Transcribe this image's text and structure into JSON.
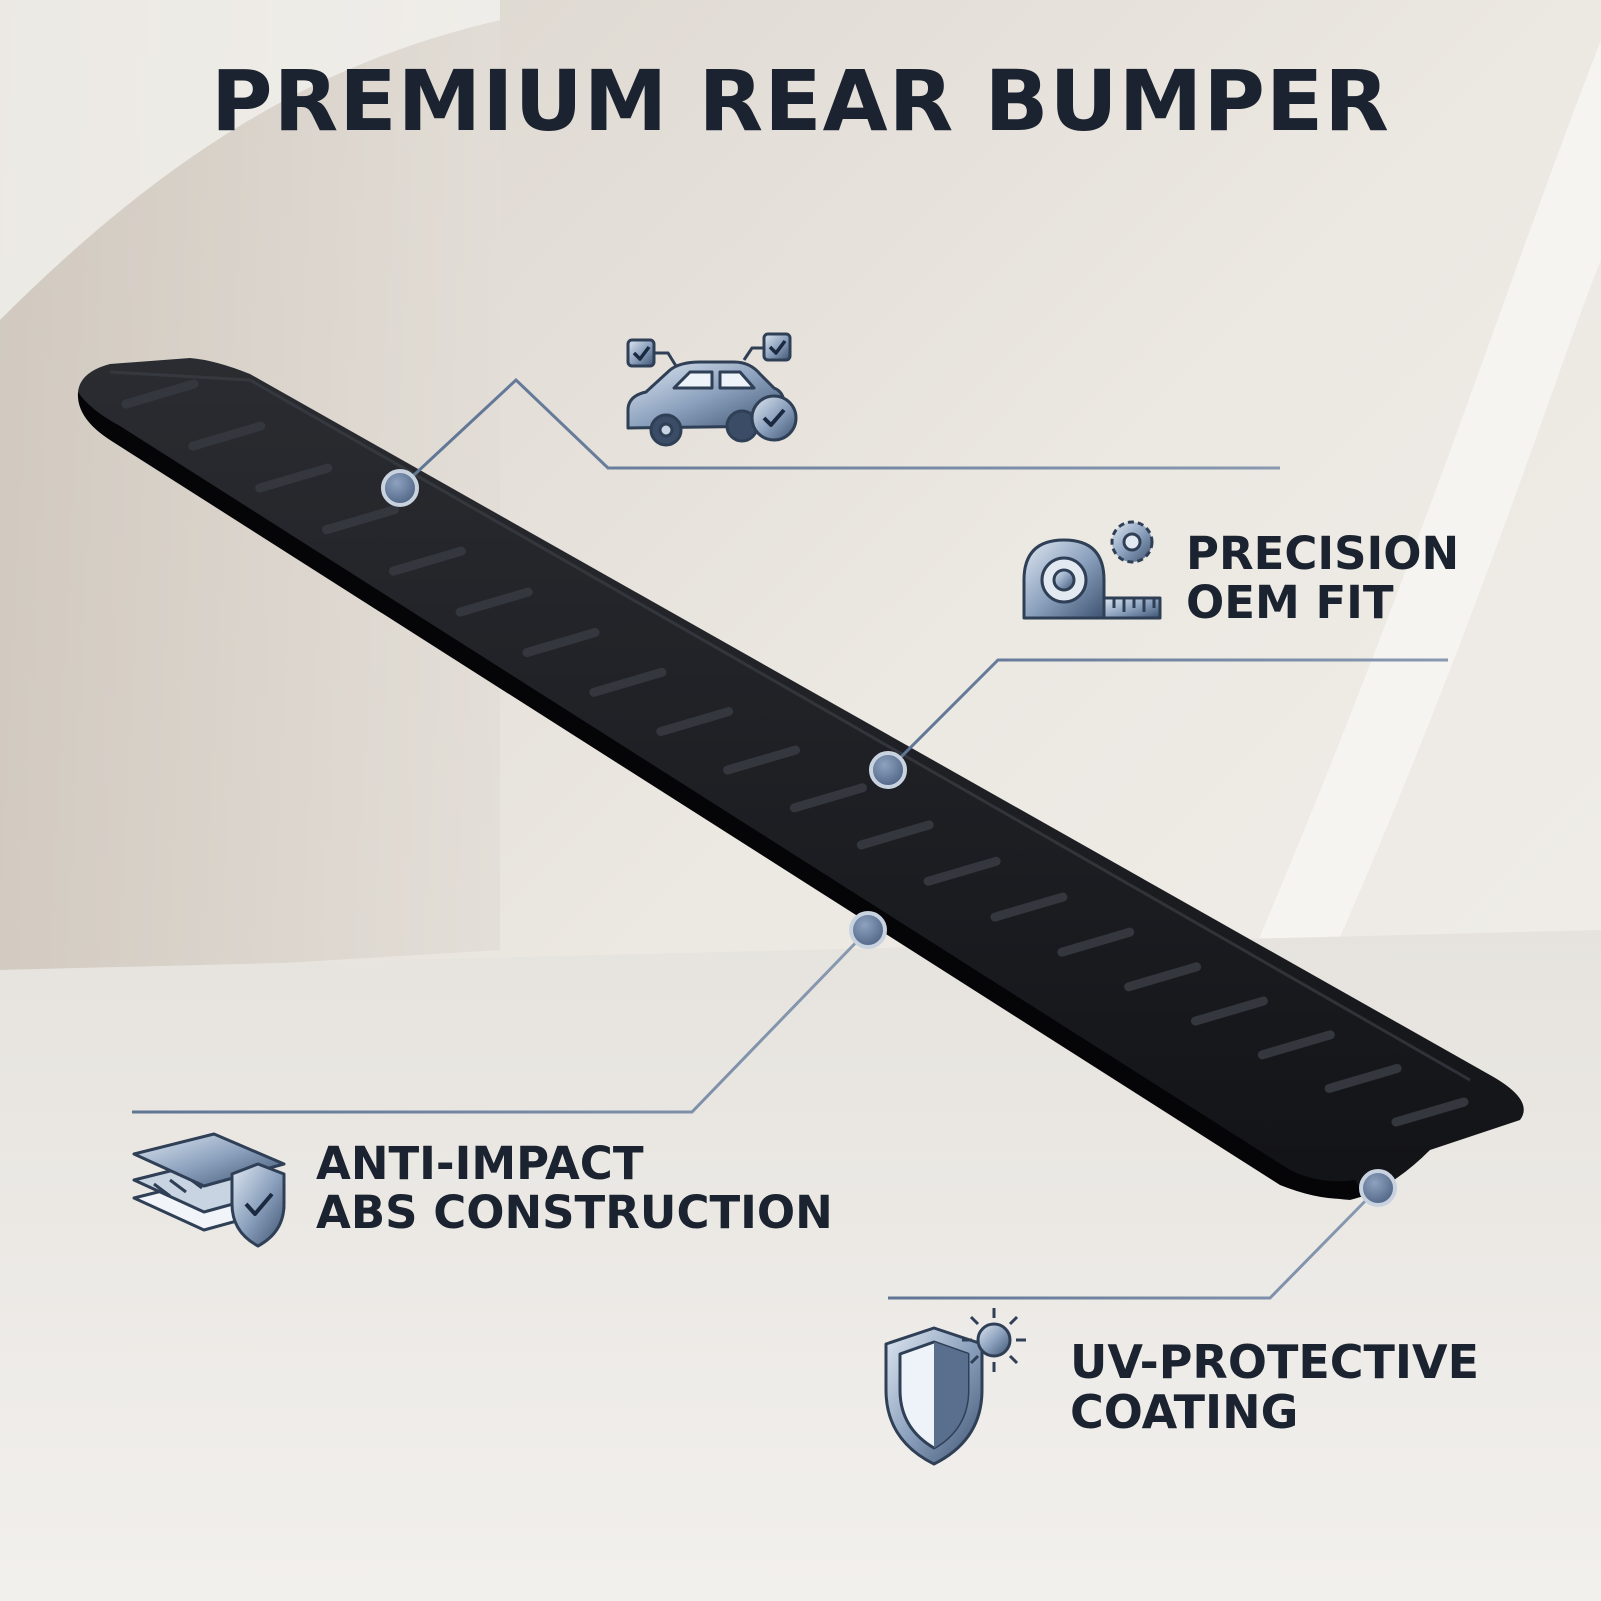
{
  "title": "PREMIUM REAR BUMPER",
  "features": {
    "fit": {
      "icon": "car-checkmarks-icon"
    },
    "precision": {
      "icon": "measuring-tape-gear-icon",
      "line1": "PRECISION",
      "line2": "OEM FIT"
    },
    "anti_impact": {
      "icon": "layers-shield-icon",
      "line1": "ANTI-IMPACT",
      "line2": "ABS CONSTRUCTION"
    },
    "uv": {
      "icon": "shield-sun-icon",
      "line1": "UV-PROTECTIVE",
      "line2": "COATING"
    }
  },
  "colors": {
    "title": "#1b2330",
    "accent": "#5f7594",
    "bumper": "#0c0d10",
    "background": "#e9e6e1"
  }
}
